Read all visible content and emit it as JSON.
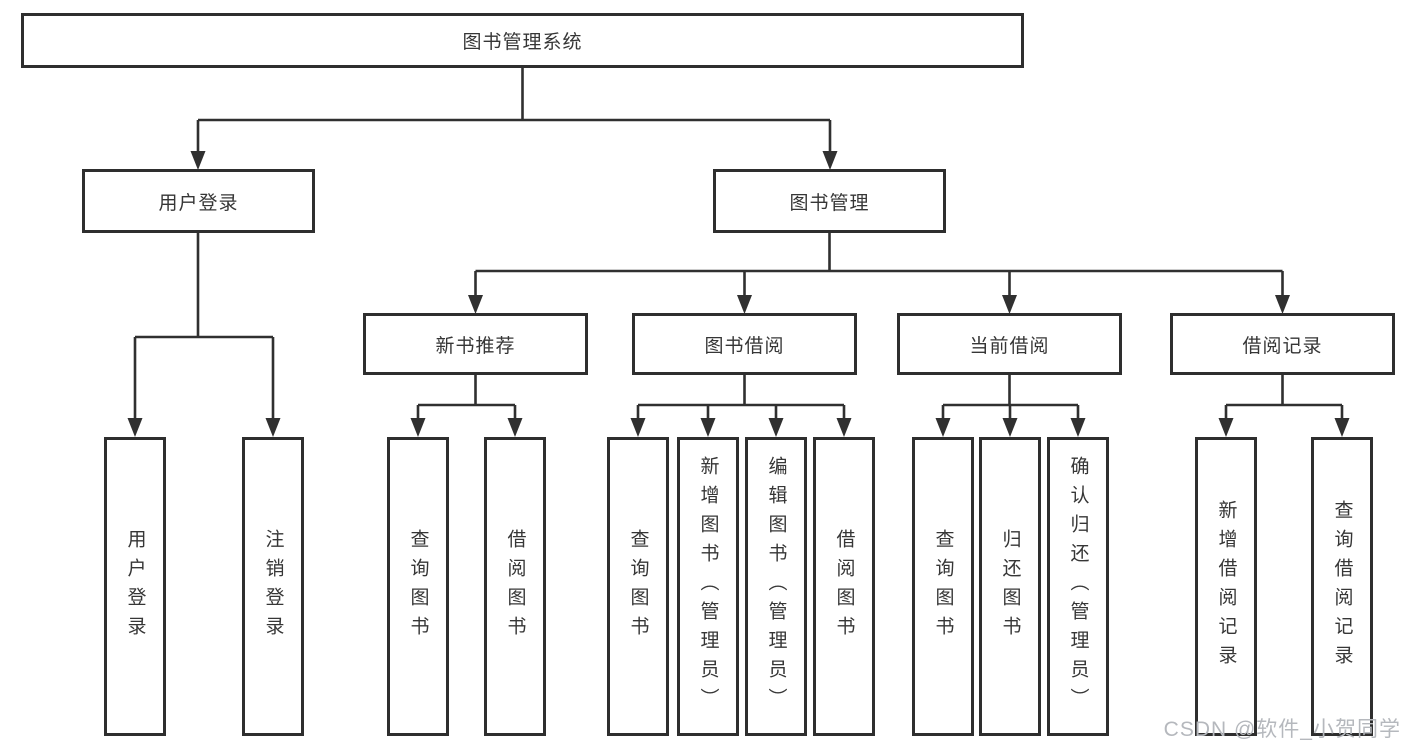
{
  "tree": {
    "root": {
      "label": "图书管理系统"
    },
    "branches": [
      {
        "label": "用户登录",
        "children": [
          {
            "label": "用户登录"
          },
          {
            "label": "注销登录"
          }
        ]
      },
      {
        "label": "图书管理",
        "groups": [
          {
            "label": "新书推荐",
            "children": [
              {
                "label": "查询图书"
              },
              {
                "label": "借阅图书"
              }
            ]
          },
          {
            "label": "图书借阅",
            "children": [
              {
                "label": "查询图书"
              },
              {
                "label": "新增图书（管理员）"
              },
              {
                "label": "编辑图书（管理员）"
              },
              {
                "label": "借阅图书"
              }
            ]
          },
          {
            "label": "当前借阅",
            "children": [
              {
                "label": "查询图书"
              },
              {
                "label": "归还图书"
              },
              {
                "label": "确认归还（管理员）"
              }
            ]
          },
          {
            "label": "借阅记录",
            "children": [
              {
                "label": "新增借阅记录"
              },
              {
                "label": "查询借阅记录"
              }
            ]
          }
        ]
      }
    ]
  },
  "watermark": {
    "text": "CSDN @软件_小贺同学"
  },
  "colors": {
    "line": "#303030",
    "box_border": "#2e2e2e",
    "text": "#363636",
    "watermark": "#b5b8bd",
    "background": "#ffffff"
  }
}
